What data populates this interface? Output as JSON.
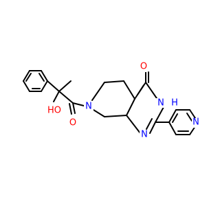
{
  "structure": {
    "colors": {
      "bond": "#000000",
      "oxygen": "#ff0000",
      "nitrogen": "#0000ff",
      "background": "#ffffff"
    },
    "atoms": {
      "ketone_oxygen": "O",
      "lactam_nh": "N",
      "lactam_h": "H",
      "hydroxyl": "HO",
      "amide_oxygen": "O",
      "ring_nitrogen": "N",
      "pyrimidine_nitrogen": "N",
      "pyridine_nitrogen": "N"
    }
  }
}
